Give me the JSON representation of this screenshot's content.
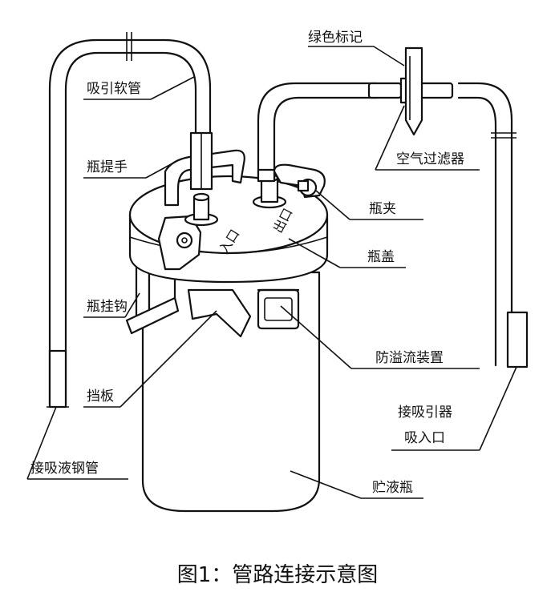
{
  "labels": {
    "suction_hose": "吸引软管",
    "bottle_handle": "瓶提手",
    "bottle_hook": "瓶挂钩",
    "baffle": "挡板",
    "steel_pipe": "接吸液钢管",
    "green_mark": "绿色标记",
    "air_filter": "空气过滤器",
    "bottle_clip": "瓶夹",
    "bottle_cap": "瓶盖",
    "overflow_device": "防溢流装置",
    "aspirator_inlet_line1": "接吸引器",
    "aspirator_inlet_line2": "吸入口",
    "storage_bottle": "贮液瓶",
    "inlet": "入口",
    "outlet": "出口"
  },
  "caption": "图1：管路连接示意图"
}
